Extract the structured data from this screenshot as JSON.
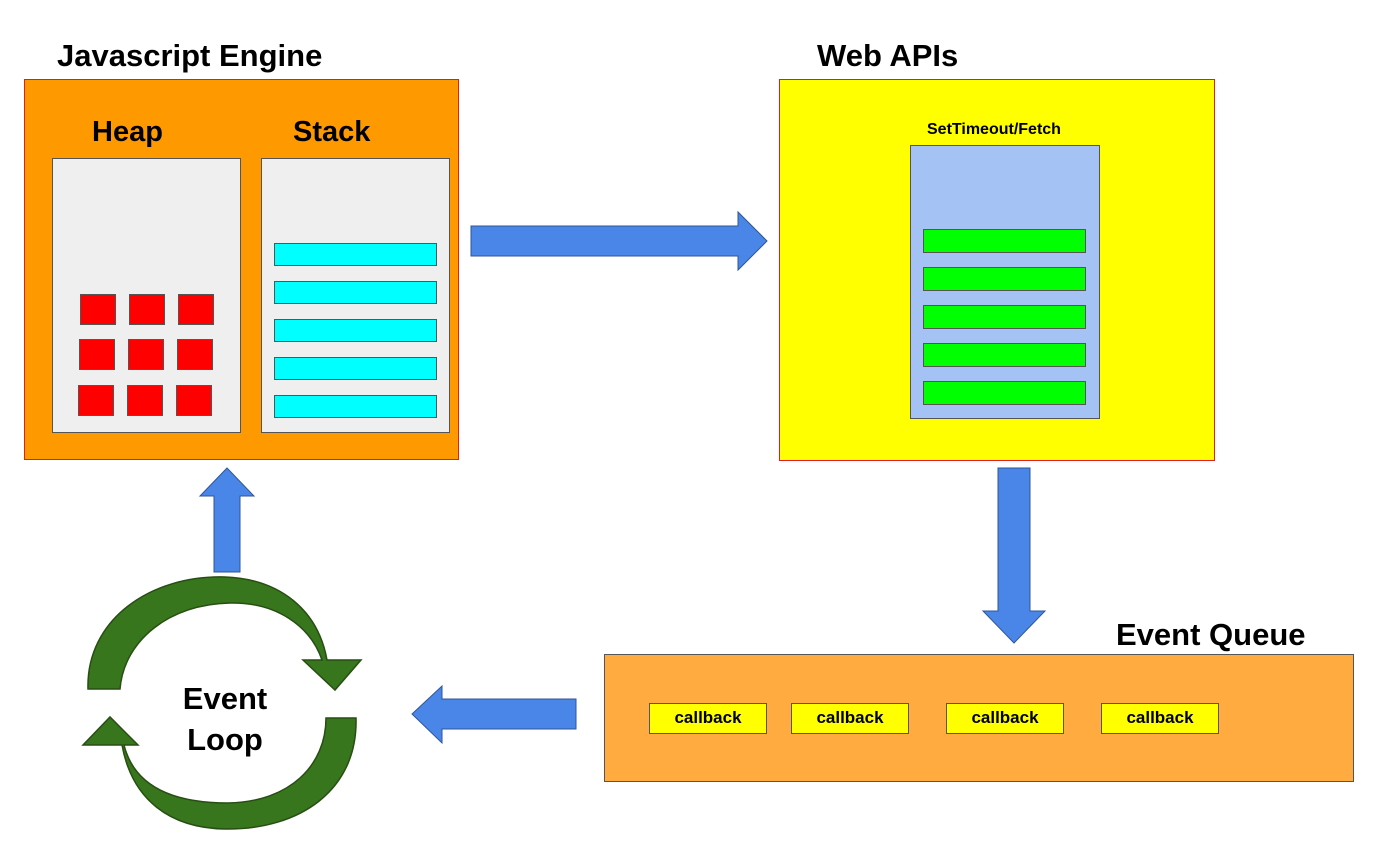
{
  "engine": {
    "title": "Javascript Engine",
    "heap_label": "Heap",
    "stack_label": "Stack"
  },
  "web_apis": {
    "title": "Web APIs",
    "api_label": "SetTimeout/Fetch"
  },
  "event_queue": {
    "title": "Event Queue",
    "callbacks": [
      "callback",
      "callback",
      "callback",
      "callback"
    ]
  },
  "event_loop": {
    "label_line1": "Event",
    "label_line2": "Loop"
  },
  "colors": {
    "engine_bg": "#ff9900",
    "webapi_bg": "#ffff00",
    "queue_bg": "#ffab40",
    "heap_cell": "#ff0000",
    "stack_row": "#00ffff",
    "api_row": "#00ff00",
    "api_panel": "#a4c2f4",
    "arrow": "#4a86e8",
    "loop_arrow": "#38761d"
  }
}
